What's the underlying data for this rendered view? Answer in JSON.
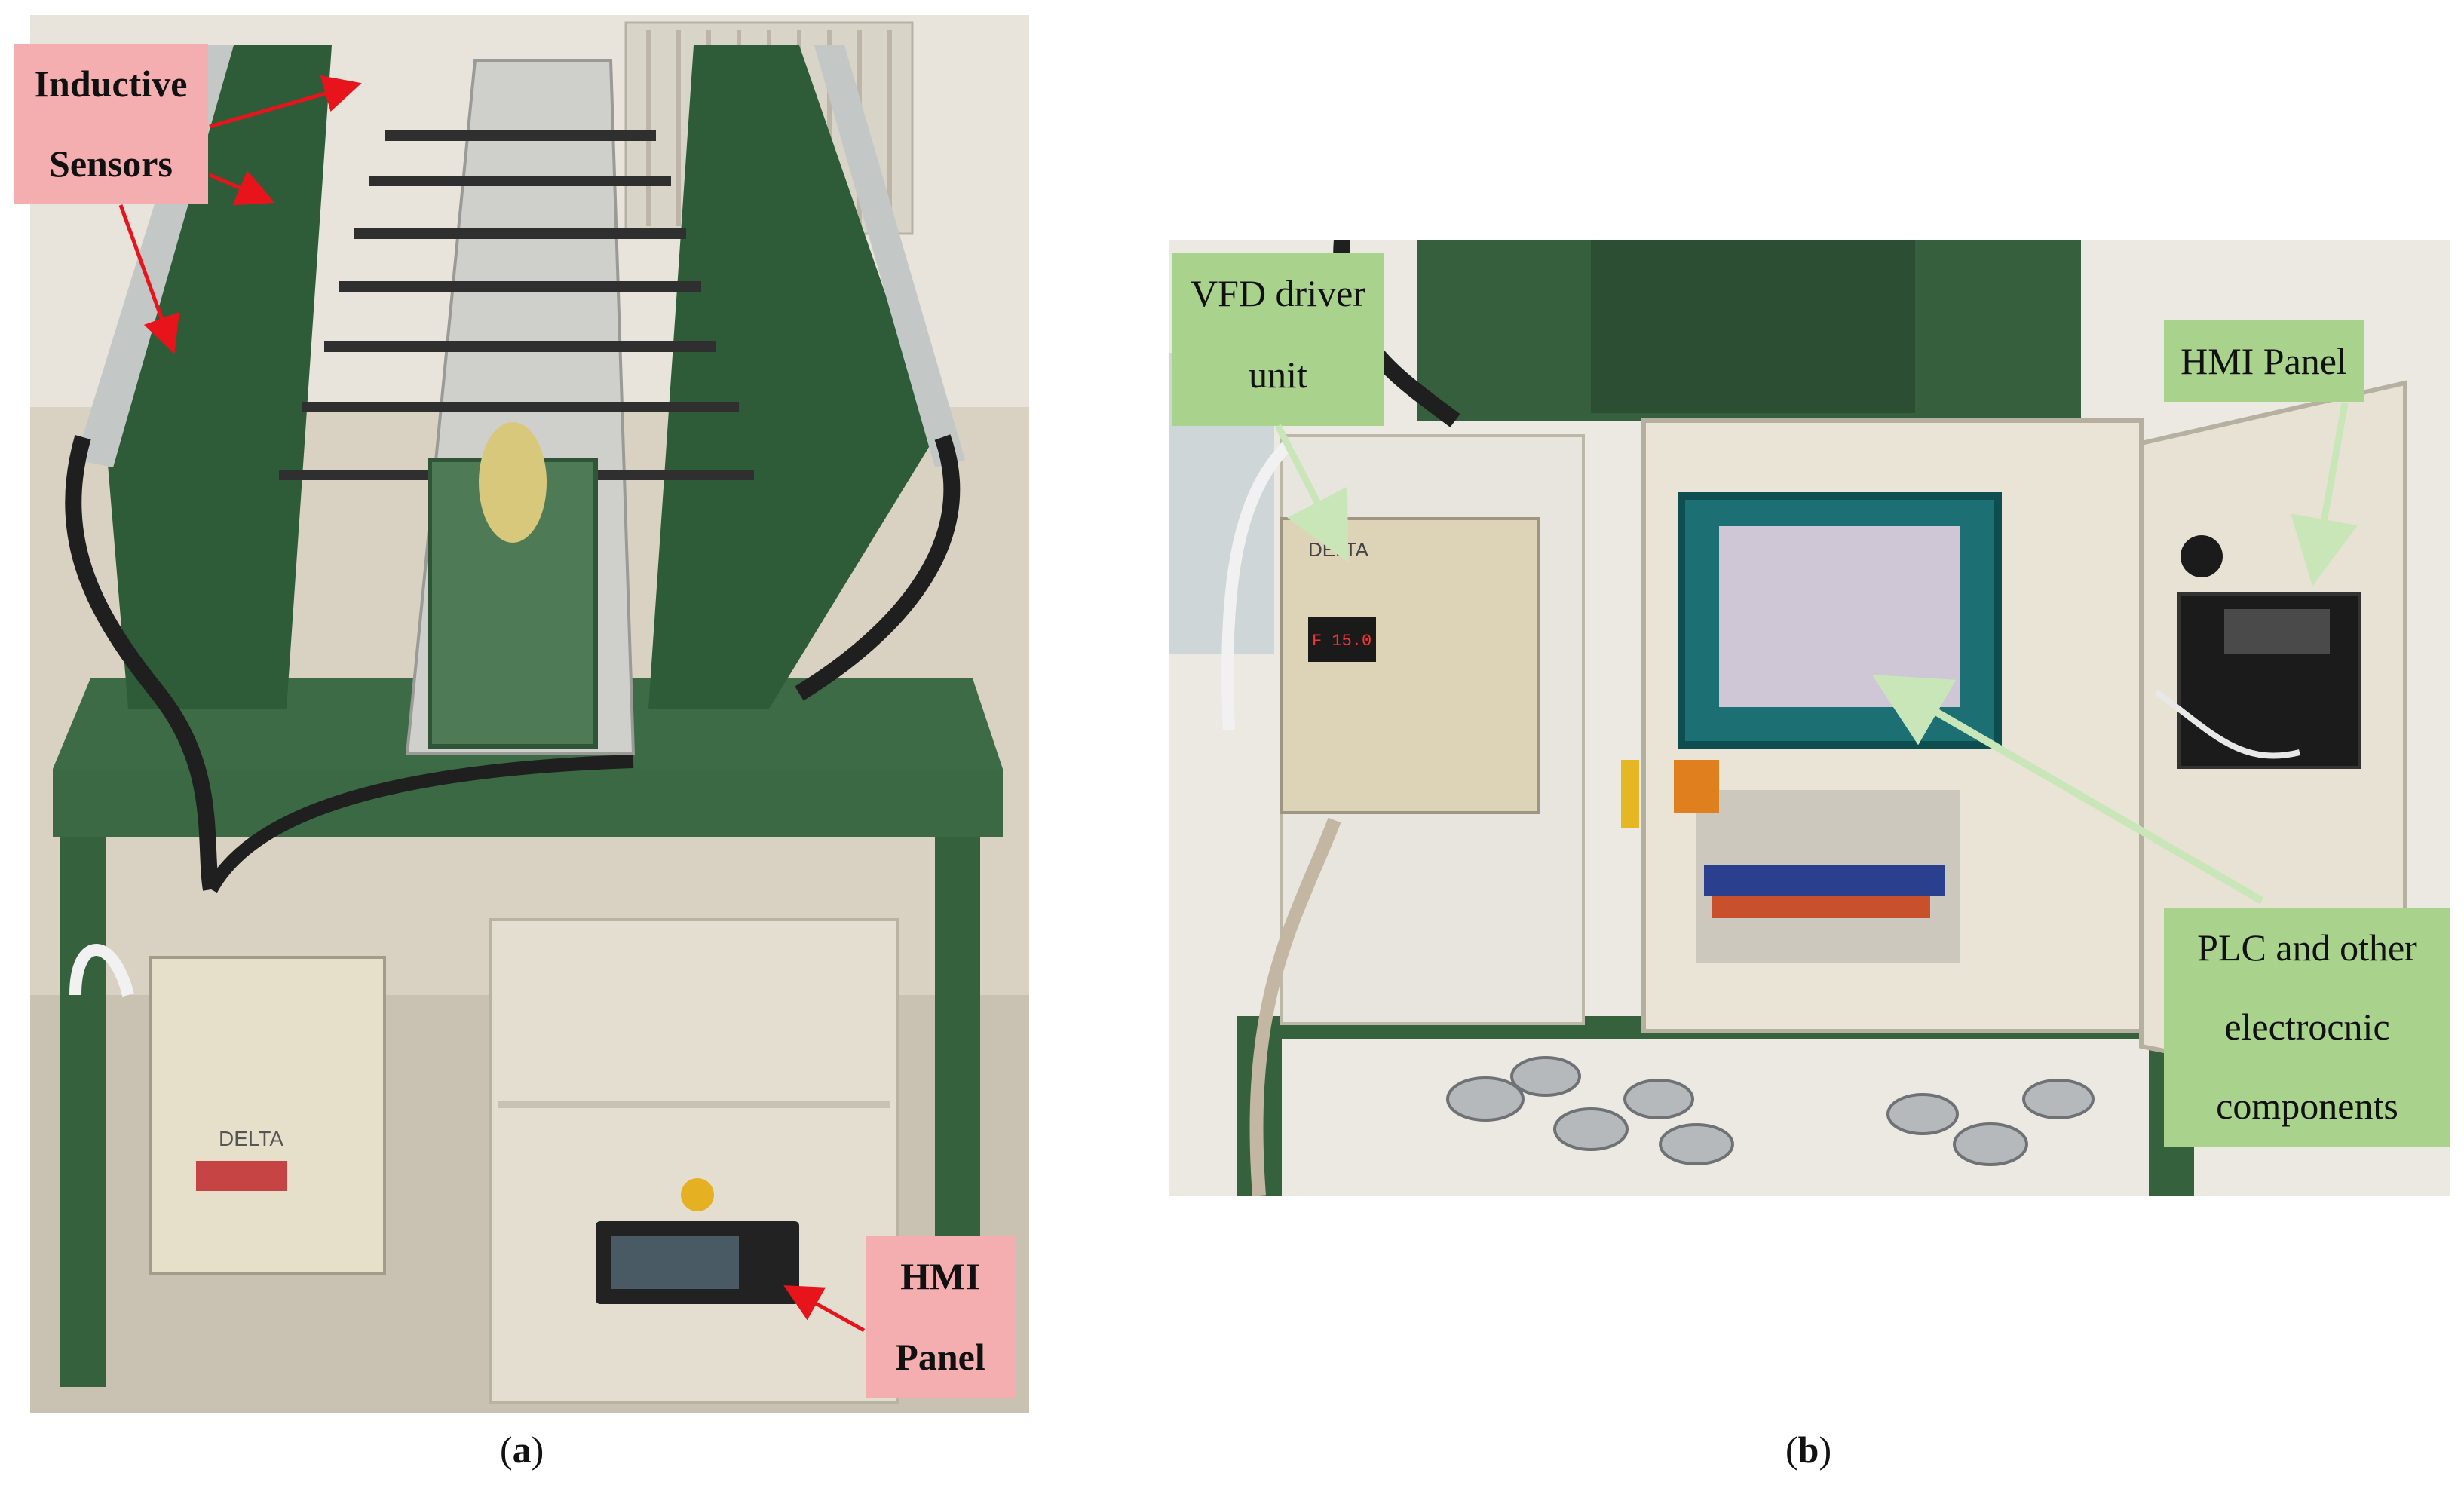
{
  "panel_a": {
    "caption": {
      "open": "(",
      "letter": "a",
      "close": ")"
    },
    "labels": {
      "inductive_line1": "Inductive",
      "inductive_line2": "Sensors",
      "hmi_line1": "HMI",
      "hmi_line2": "Panel"
    },
    "vfd_brand": "DELTA"
  },
  "panel_b": {
    "caption": {
      "open": "(",
      "letter": "b",
      "close": ")"
    },
    "labels": {
      "vfd_line1": "VFD driver",
      "vfd_line2": "unit",
      "hmi": "HMI Panel",
      "plc_line1": "PLC and other",
      "plc_line2": "electrocnic",
      "plc_line3": "components"
    },
    "vfd_brand": "DELTA",
    "vfd_display": "F 15.0"
  },
  "colors": {
    "pink_label": "#f4aeb0",
    "green_label": "#a9d28c",
    "arrow_red": "#e8141c",
    "arrow_green": "#c9e6b8",
    "machine_green": "#3f6e46",
    "cabinet_beige": "#e9e4d6"
  }
}
